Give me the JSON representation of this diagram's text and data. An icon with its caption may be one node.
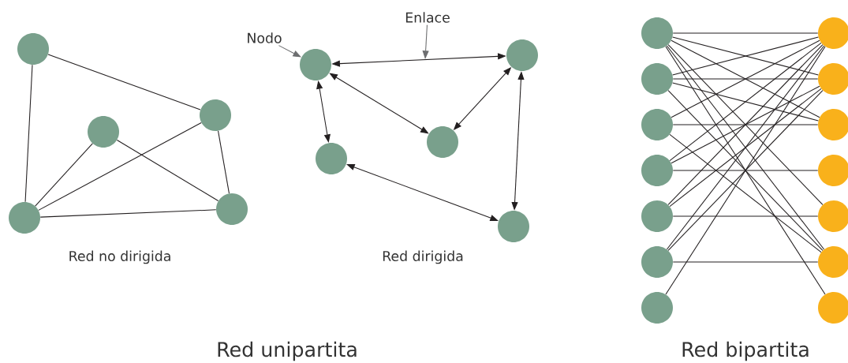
{
  "diagram": {
    "nodes": [
      {
        "text": [],
        "shape": "circle"
      },
      {
        "text": [],
        "shape": "circle"
      },
      {
        "text": [],
        "shape": "circle"
      },
      {
        "text": [],
        "shape": "circle"
      },
      {
        "text": [],
        "shape": "circle"
      },
      {
        "text": [],
        "shape": "circle"
      },
      {
        "text": [],
        "shape": "circle"
      },
      {
        "text": [],
        "shape": "circle"
      },
      {
        "text": [],
        "shape": "circle"
      },
      {
        "text": [],
        "shape": "circle"
      },
      {
        "text": [
          "Nodo"
        ]
      },
      {
        "text": [
          "Enlace"
        ]
      },
      {
        "text": [],
        "shape": "circle"
      },
      {
        "text": [],
        "shape": "circle"
      },
      {
        "text": [],
        "shape": "circle"
      },
      {
        "text": [],
        "shape": "circle"
      },
      {
        "text": [],
        "shape": "circle"
      },
      {
        "text": [],
        "shape": "circle"
      },
      {
        "text": [],
        "shape": "circle"
      },
      {
        "text": [],
        "shape": "circle"
      },
      {
        "text": [],
        "shape": "circle"
      },
      {
        "text": [],
        "shape": "circle"
      },
      {
        "text": [],
        "shape": "circle"
      },
      {
        "text": [],
        "shape": "circle"
      },
      {
        "text": [],
        "shape": "circle"
      },
      {
        "text": [],
        "shape": "circle"
      }
    ],
    "edges": [
      {
        "from": 0,
        "to": 3,
        "arrow": "none"
      },
      {
        "from": 0,
        "to": 2,
        "arrow": "none"
      },
      {
        "from": 1,
        "to": 3,
        "arrow": "none"
      },
      {
        "from": 1,
        "to": 4,
        "arrow": "none"
      },
      {
        "from": 2,
        "to": 3,
        "arrow": "none"
      },
      {
        "from": 2,
        "to": 4,
        "arrow": "none"
      },
      {
        "from": 3,
        "to": 4,
        "arrow": "none"
      },
      {
        "from": 5,
        "to": 6,
        "arrow": "both"
      },
      {
        "from": 5,
        "to": 7,
        "arrow": "both"
      },
      {
        "from": 6,
        "to": 7,
        "arrow": "both"
      },
      {
        "from": 5,
        "to": 8,
        "arrow": "both"
      },
      {
        "from": 8,
        "to": 9,
        "arrow": "both"
      },
      {
        "from": 6,
        "to": 9,
        "arrow": "both"
      },
      {
        "from": 10,
        "to": 5,
        "arrow": "to",
        "color": "#6d6e70"
      },
      {
        "from": 11,
        "to": null,
        "arrow": "to",
        "color": "#6d6e70"
      },
      {
        "from": 12,
        "to": 19,
        "arrow": "none"
      },
      {
        "from": 12,
        "to": 20,
        "arrow": "none"
      },
      {
        "from": 12,
        "to": 21,
        "arrow": "none"
      },
      {
        "from": 12,
        "to": 23,
        "arrow": "none"
      },
      {
        "from": 12,
        "to": 24,
        "arrow": "none"
      },
      {
        "from": 12,
        "to": 25,
        "arrow": "none"
      },
      {
        "from": 13,
        "to": 19,
        "arrow": "none"
      },
      {
        "from": 13,
        "to": 20,
        "arrow": "none"
      },
      {
        "from": 13,
        "to": 21,
        "arrow": "none"
      },
      {
        "from": 13,
        "to": 24,
        "arrow": "none"
      },
      {
        "from": 14,
        "to": 19,
        "arrow": "none"
      },
      {
        "from": 14,
        "to": 21,
        "arrow": "none"
      },
      {
        "from": 14,
        "to": 24,
        "arrow": "none"
      },
      {
        "from": 15,
        "to": 19,
        "arrow": "none"
      },
      {
        "from": 15,
        "to": 20,
        "arrow": "none"
      },
      {
        "from": 15,
        "to": 22,
        "arrow": "none"
      },
      {
        "from": 16,
        "to": 19,
        "arrow": "none"
      },
      {
        "from": 16,
        "to": 20,
        "arrow": "none"
      },
      {
        "from": 16,
        "to": 23,
        "arrow": "none"
      },
      {
        "from": 17,
        "to": 19,
        "arrow": "none"
      },
      {
        "from": 17,
        "to": 20,
        "arrow": "none"
      },
      {
        "from": 17,
        "to": 24,
        "arrow": "none"
      },
      {
        "from": 18,
        "to": 19,
        "arrow": "none"
      }
    ],
    "labels": [
      "Red no dirigida",
      "Red dirigida",
      "Red unipartita",
      "Red bipartita"
    ]
  }
}
